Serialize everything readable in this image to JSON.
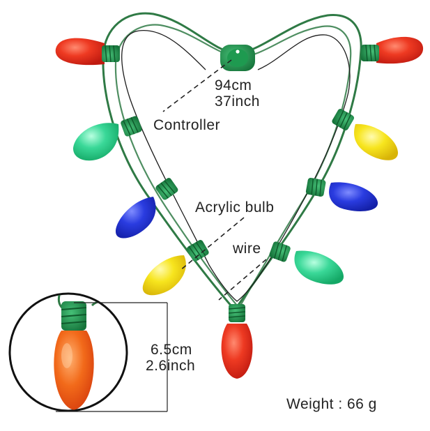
{
  "image": {
    "subject": "heart-shaped LED light bulb necklace",
    "background": "#ffffff"
  },
  "labels": {
    "length_cm": "94cm",
    "length_inch": "37inch",
    "controller": "Controller",
    "bulb": "Acrylic bulb",
    "wire": "wire",
    "bulb_height_cm": "6.5cm",
    "bulb_height_inch": "2.6inch",
    "weight": "Weight : 66 g"
  },
  "colors": {
    "wire": "#2f7a45",
    "socket": "#1f8a45",
    "red": "#e8321e",
    "orange": "#f06a1a",
    "green": "#2fd08a",
    "yellow": "#f5e21a",
    "blue": "#2236d8",
    "annotation_line": "#222222"
  },
  "bulbs": [
    {
      "name": "red-bulb-top-left",
      "color": "red"
    },
    {
      "name": "red-bulb-top-right",
      "color": "red"
    },
    {
      "name": "green-bulb-left",
      "color": "green"
    },
    {
      "name": "yellow-bulb-right",
      "color": "yellow"
    },
    {
      "name": "blue-bulb-left",
      "color": "blue"
    },
    {
      "name": "blue-bulb-right",
      "color": "blue"
    },
    {
      "name": "yellow-bulb-left",
      "color": "yellow"
    },
    {
      "name": "green-bulb-right",
      "color": "green"
    },
    {
      "name": "red-bulb-bottom",
      "color": "red"
    }
  ]
}
